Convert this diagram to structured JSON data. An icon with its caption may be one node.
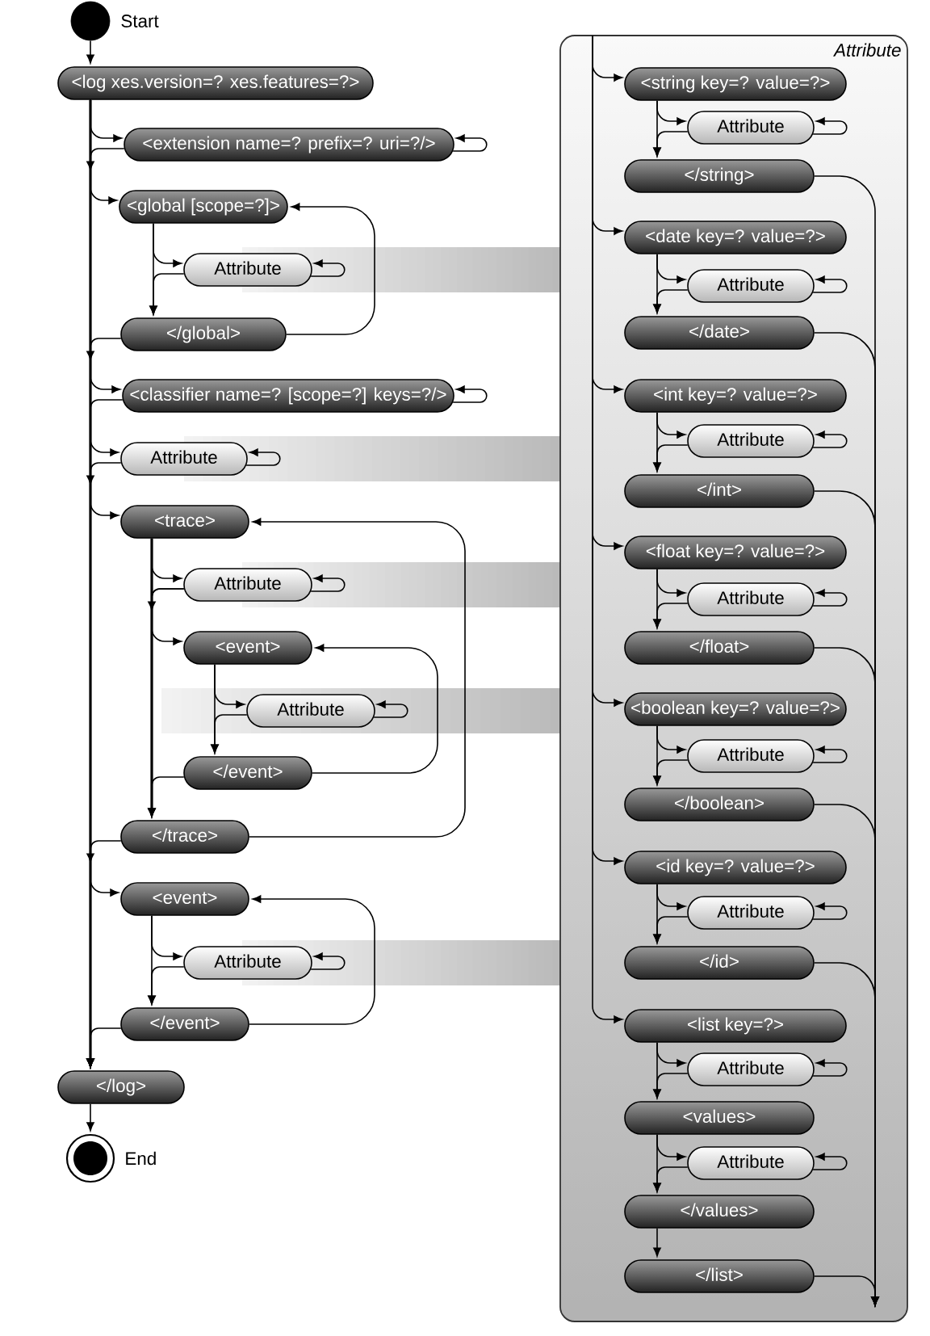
{
  "diagram": {
    "nodes": [
      {
        "text": [],
        "shape": "circle",
        "beside": [
          "Start"
        ]
      },
      {
        "text": [
          "<log xes.version=? xes.features=?>"
        ]
      },
      {
        "text": [
          "<extension name=? prefix=? uri=?/>"
        ]
      },
      {
        "text": [
          "<global [scope=?]>"
        ]
      },
      {
        "text": [
          "Attribute"
        ]
      },
      {
        "text": [
          "</global>"
        ]
      },
      {
        "text": [
          "<classifier name=? [scope=?] keys=?/>"
        ]
      },
      {
        "text": [
          "Attribute"
        ]
      },
      {
        "text": [
          "<trace>"
        ]
      },
      {
        "text": [
          "Attribute"
        ]
      },
      {
        "text": [
          "<event>"
        ]
      },
      {
        "text": [
          "Attribute"
        ]
      },
      {
        "text": [
          "</event>"
        ]
      },
      {
        "text": [
          "</trace>"
        ]
      },
      {
        "text": [
          "<event>"
        ]
      },
      {
        "text": [
          "Attribute"
        ]
      },
      {
        "text": [
          "</event>"
        ]
      },
      {
        "text": [
          "</log>"
        ]
      },
      {
        "text": [],
        "shape": "circle",
        "beside": [
          "End"
        ]
      },
      {
        "text": [
          "Attribute"
        ]
      },
      {
        "text": [
          "<string key=? value=?>"
        ],
        "in": 19
      },
      {
        "text": [
          "Attribute"
        ],
        "in": 19
      },
      {
        "text": [
          "</string>"
        ],
        "in": 19
      },
      {
        "text": [
          "<date key=? value=?>"
        ],
        "in": 19
      },
      {
        "text": [
          "Attribute"
        ],
        "in": 19
      },
      {
        "text": [
          "</date>"
        ],
        "in": 19
      },
      {
        "text": [
          "<int key=? value=?>"
        ],
        "in": 19
      },
      {
        "text": [
          "Attribute"
        ],
        "in": 19
      },
      {
        "text": [
          "</int>"
        ],
        "in": 19
      },
      {
        "text": [
          "<float key=? value=?>"
        ],
        "in": 19
      },
      {
        "text": [
          "Attribute"
        ],
        "in": 19
      },
      {
        "text": [
          "</float>"
        ],
        "in": 19
      },
      {
        "text": [
          "<boolean key=? value=?>"
        ],
        "in": 19
      },
      {
        "text": [
          "Attribute"
        ],
        "in": 19
      },
      {
        "text": [
          "</boolean>"
        ],
        "in": 19
      },
      {
        "text": [
          "<id key=? value=?>"
        ],
        "in": 19
      },
      {
        "text": [
          "Attribute"
        ],
        "in": 19
      },
      {
        "text": [
          "</id>"
        ],
        "in": 19
      },
      {
        "text": [
          "<list key=?>"
        ],
        "in": 19
      },
      {
        "text": [
          "Attribute"
        ],
        "in": 19
      },
      {
        "text": [
          "<values>"
        ],
        "in": 19
      },
      {
        "text": [
          "Attribute"
        ],
        "in": 19
      },
      {
        "text": [
          "</values>"
        ],
        "in": 19
      },
      {
        "text": [
          "</list>"
        ],
        "in": 19
      }
    ],
    "edges": [
      {
        "from": 0,
        "to": 1,
        "arrow": "to"
      },
      {
        "from": 1,
        "to": 17,
        "arrow": "to"
      },
      {
        "from": 1,
        "to": 2,
        "arrow": "to"
      },
      {
        "from": 2,
        "to": 2,
        "arrow": "to"
      },
      {
        "from": 2,
        "to": 17,
        "arrow": "to"
      },
      {
        "from": 1,
        "to": 3,
        "arrow": "to"
      },
      {
        "from": 3,
        "to": 4,
        "arrow": "to"
      },
      {
        "from": 4,
        "to": 4,
        "arrow": "to"
      },
      {
        "from": 4,
        "to": 5,
        "arrow": "to"
      },
      {
        "from": 3,
        "to": 5,
        "arrow": "to"
      },
      {
        "from": 5,
        "to": 3,
        "arrow": "to"
      },
      {
        "from": 5,
        "to": 17,
        "arrow": "to"
      },
      {
        "from": 1,
        "to": 6,
        "arrow": "to"
      },
      {
        "from": 6,
        "to": 6,
        "arrow": "to"
      },
      {
        "from": 6,
        "to": 17,
        "arrow": "to"
      },
      {
        "from": 1,
        "to": 7,
        "arrow": "to"
      },
      {
        "from": 7,
        "to": 7,
        "arrow": "to"
      },
      {
        "from": 7,
        "to": 17,
        "arrow": "to"
      },
      {
        "from": 1,
        "to": 8,
        "arrow": "to"
      },
      {
        "from": 8,
        "to": 9,
        "arrow": "to"
      },
      {
        "from": 9,
        "to": 9,
        "arrow": "to"
      },
      {
        "from": 9,
        "to": 10,
        "arrow": "to"
      },
      {
        "from": 9,
        "to": 13,
        "arrow": "to"
      },
      {
        "from": 8,
        "to": 10,
        "arrow": "to"
      },
      {
        "from": 8,
        "to": 13,
        "arrow": "to"
      },
      {
        "from": 10,
        "to": 11,
        "arrow": "to"
      },
      {
        "from": 11,
        "to": 11,
        "arrow": "to"
      },
      {
        "from": 11,
        "to": 12,
        "arrow": "to"
      },
      {
        "from": 10,
        "to": 12,
        "arrow": "to"
      },
      {
        "from": 12,
        "to": 10,
        "arrow": "to"
      },
      {
        "from": 12,
        "to": 13,
        "arrow": "to"
      },
      {
        "from": 13,
        "to": 8,
        "arrow": "to"
      },
      {
        "from": 13,
        "to": 17,
        "arrow": "to"
      },
      {
        "from": 1,
        "to": 14,
        "arrow": "to"
      },
      {
        "from": 14,
        "to": 15,
        "arrow": "to"
      },
      {
        "from": 15,
        "to": 15,
        "arrow": "to"
      },
      {
        "from": 15,
        "to": 16,
        "arrow": "to"
      },
      {
        "from": 14,
        "to": 16,
        "arrow": "to"
      },
      {
        "from": 16,
        "to": 14,
        "arrow": "to"
      },
      {
        "from": 16,
        "to": 17,
        "arrow": "to"
      },
      {
        "from": 17,
        "to": 18,
        "arrow": "to"
      },
      {
        "from": null,
        "to": 20,
        "arrow": "to"
      },
      {
        "from": 20,
        "to": 21,
        "arrow": "to"
      },
      {
        "from": 21,
        "to": 21,
        "arrow": "to"
      },
      {
        "from": 21,
        "to": 22,
        "arrow": "to"
      },
      {
        "from": 20,
        "to": 22,
        "arrow": "to"
      },
      {
        "from": 22,
        "to": null,
        "arrow": "to"
      },
      {
        "from": null,
        "to": 23,
        "arrow": "to"
      },
      {
        "from": 23,
        "to": 24,
        "arrow": "to"
      },
      {
        "from": 24,
        "to": 24,
        "arrow": "to"
      },
      {
        "from": 24,
        "to": 25,
        "arrow": "to"
      },
      {
        "from": 23,
        "to": 25,
        "arrow": "to"
      },
      {
        "from": 25,
        "to": null,
        "arrow": "to"
      },
      {
        "from": null,
        "to": 26,
        "arrow": "to"
      },
      {
        "from": 26,
        "to": 27,
        "arrow": "to"
      },
      {
        "from": 27,
        "to": 27,
        "arrow": "to"
      },
      {
        "from": 27,
        "to": 28,
        "arrow": "to"
      },
      {
        "from": 26,
        "to": 28,
        "arrow": "to"
      },
      {
        "from": 28,
        "to": null,
        "arrow": "to"
      },
      {
        "from": null,
        "to": 29,
        "arrow": "to"
      },
      {
        "from": 29,
        "to": 30,
        "arrow": "to"
      },
      {
        "from": 30,
        "to": 30,
        "arrow": "to"
      },
      {
        "from": 30,
        "to": 31,
        "arrow": "to"
      },
      {
        "from": 29,
        "to": 31,
        "arrow": "to"
      },
      {
        "from": 31,
        "to": null,
        "arrow": "to"
      },
      {
        "from": null,
        "to": 32,
        "arrow": "to"
      },
      {
        "from": 32,
        "to": 33,
        "arrow": "to"
      },
      {
        "from": 33,
        "to": 33,
        "arrow": "to"
      },
      {
        "from": 33,
        "to": 34,
        "arrow": "to"
      },
      {
        "from": 32,
        "to": 34,
        "arrow": "to"
      },
      {
        "from": 34,
        "to": null,
        "arrow": "to"
      },
      {
        "from": null,
        "to": 35,
        "arrow": "to"
      },
      {
        "from": 35,
        "to": 36,
        "arrow": "to"
      },
      {
        "from": 36,
        "to": 36,
        "arrow": "to"
      },
      {
        "from": 36,
        "to": 37,
        "arrow": "to"
      },
      {
        "from": 35,
        "to": 37,
        "arrow": "to"
      },
      {
        "from": 37,
        "to": null,
        "arrow": "to"
      },
      {
        "from": null,
        "to": 38,
        "arrow": "to"
      },
      {
        "from": 38,
        "to": 39,
        "arrow": "to"
      },
      {
        "from": 39,
        "to": 39,
        "arrow": "to"
      },
      {
        "from": 39,
        "to": 40,
        "arrow": "to"
      },
      {
        "from": 38,
        "to": 40,
        "arrow": "to"
      },
      {
        "from": 40,
        "to": 41,
        "arrow": "to"
      },
      {
        "from": 41,
        "to": 41,
        "arrow": "to"
      },
      {
        "from": 41,
        "to": 42,
        "arrow": "to"
      },
      {
        "from": 40,
        "to": 42,
        "arrow": "to"
      },
      {
        "from": 42,
        "to": 43,
        "arrow": "to"
      },
      {
        "from": 43,
        "to": null,
        "arrow": "to"
      }
    ]
  }
}
